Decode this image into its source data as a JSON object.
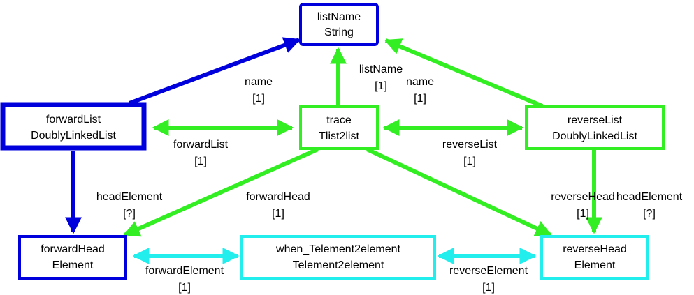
{
  "colors": {
    "blue": "#0000dd",
    "green": "#33ee22",
    "cyan": "#22eeee",
    "background": "#ffffff",
    "text": "#000000"
  },
  "nodes": {
    "listName": {
      "line1": "listName",
      "line2": "String"
    },
    "forwardList": {
      "line1": "forwardList",
      "line2": "DoublyLinkedList"
    },
    "trace": {
      "line1": "trace",
      "line2": "Tlist2list"
    },
    "reverseList": {
      "line1": "reverseList",
      "line2": "DoublyLinkedList"
    },
    "forwardHead": {
      "line1": "forwardHead",
      "line2": "Element"
    },
    "when": {
      "line1": "when_Telement2element",
      "line2": "Telement2element"
    },
    "reverseHead": {
      "line1": "reverseHead",
      "line2": "Element"
    }
  },
  "edges": {
    "fwd_name": {
      "role": "name",
      "mult": "[1]"
    },
    "trace_listName": {
      "role": "listName",
      "mult": "[1]"
    },
    "rev_name": {
      "role": "name",
      "mult": "[1]"
    },
    "trace_forwardList": {
      "role": "forwardList",
      "mult": "[1]"
    },
    "trace_reverseList": {
      "role": "reverseList",
      "mult": "[1]"
    },
    "fwd_headElement": {
      "role": "headElement",
      "mult": "[?]"
    },
    "trace_forwardHead": {
      "role": "forwardHead",
      "mult": "[1]"
    },
    "trace_reverseHead": {
      "role": "reverseHead",
      "mult": "[1]"
    },
    "rev_headElement": {
      "role": "headElement",
      "mult": "[?]"
    },
    "when_forwardElement": {
      "role": "forwardElement",
      "mult": "[1]"
    },
    "when_reverseElement": {
      "role": "reverseElement",
      "mult": "[1]"
    }
  }
}
